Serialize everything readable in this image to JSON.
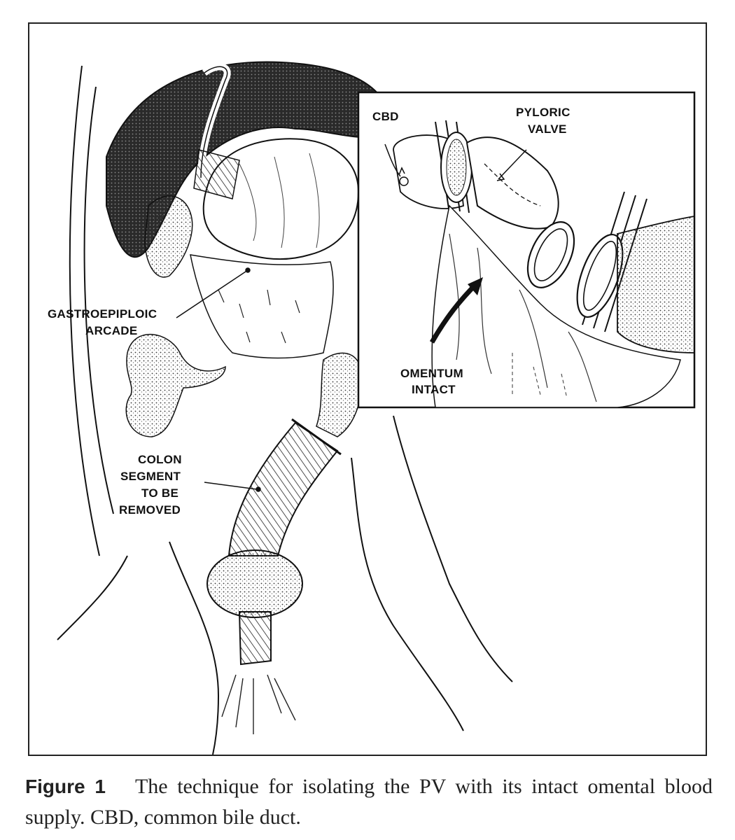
{
  "figure": {
    "labels": {
      "gastroepiploic_line1": "GASTROEPIPLOIC",
      "gastroepiploic_line2": "ARCADE",
      "colon_line1": "COLON",
      "colon_line2": "SEGMENT",
      "colon_line3": "TO BE",
      "colon_line4": "REMOVED",
      "cbd": "CBD",
      "pyloric_line1": "PYLORIC",
      "pyloric_line2": "VALVE",
      "omentum_line1": "OMENTUM",
      "omentum_line2": "INTACT"
    }
  },
  "caption": {
    "figure_number": "Figure 1",
    "text": "The technique for isolating the PV with its intact omental blood supply. CBD, common bile duct."
  }
}
